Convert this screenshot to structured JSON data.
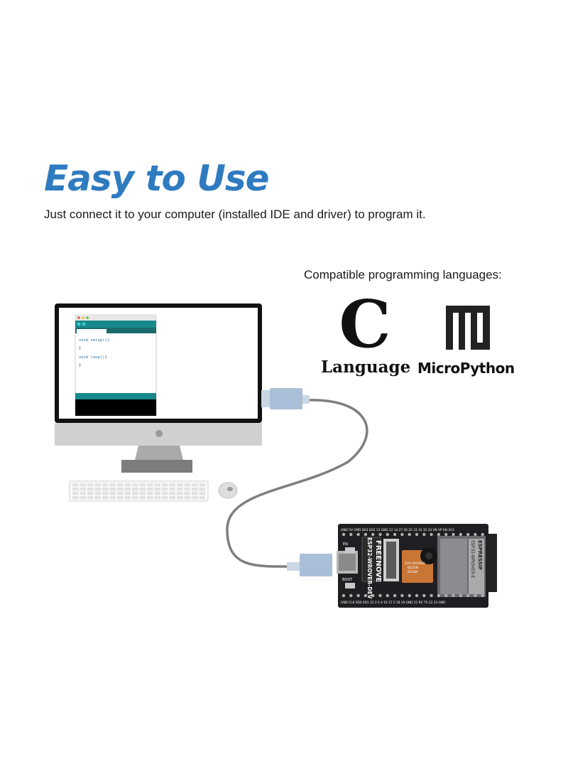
{
  "heading": {
    "title": "Easy to Use",
    "subtitle": "Just connect it to your computer (installed IDE and driver) to program it."
  },
  "languages": {
    "label": "Compatible programming languages:",
    "c_letter": "C",
    "c_caption": "Language",
    "micropython_caption": "MicroPython"
  },
  "ide_window": {
    "code_line_1": "void setup(){",
    "code_line_2": "}",
    "code_line_3": "void loop(){",
    "code_line_4": "}"
  },
  "board": {
    "brand": "FREENOVE",
    "model": "ESP32-WROVER-DEV",
    "module": "ESP32-WROVER-E",
    "maker": "ESPRESSIF",
    "camera_text_1": "SVS-OV2640",
    "camera_text_2": "8225N",
    "camera_text_3": "0018A",
    "button_en": "EN",
    "button_boot": "BOOT",
    "top_pins": "GND 5V CMD SD3 SD2 13 GND 12 14 27 26 25 33 32 35 34 VN VP EN 3V3",
    "bottom_pins": "GND CLK SD0 SD1 15 2 0 4 16 17 5 18 19 GND 21 RX TX 22 23 GND"
  },
  "colors": {
    "title_blue": "#2f7bc0",
    "monitor_frame": "#111111",
    "monitor_stand": "#c4c4c4",
    "ide_teal": "#16888a",
    "cable_gray": "#7f7f7f",
    "usb_plug": "#a9bfd7",
    "pcb": "#1f1f23"
  }
}
